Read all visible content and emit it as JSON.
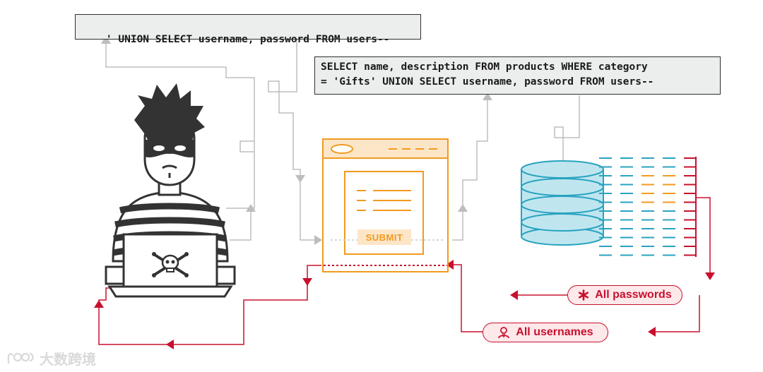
{
  "payload_query": "' UNION SELECT username, password FROM users--",
  "full_query_line1": "SELECT name, description FROM products WHERE category",
  "full_query_line2": "= 'Gifts' UNION SELECT username, password FROM users--",
  "submit_label": "SUBMIT",
  "result_passwords": "All passwords",
  "result_usernames": "All usernames",
  "watermark_text": "大数跨境",
  "colors": {
    "attack_red": "#c8102e",
    "form_orange": "#f29a1e",
    "db_blue": "#bfe6ef",
    "db_stroke": "#2aa3c0",
    "flow_gray": "#bdbdbd"
  }
}
